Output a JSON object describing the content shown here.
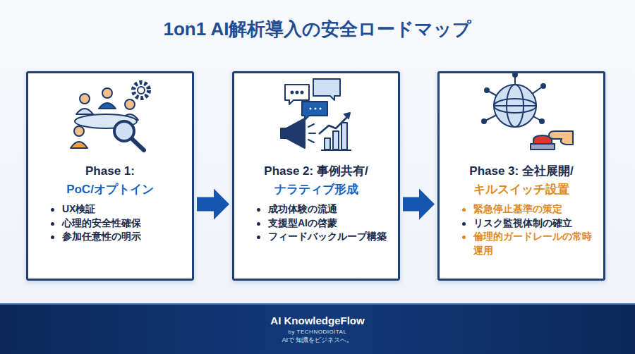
{
  "diagram": {
    "title": "1on1 AI解析導入の安全ロードマップ",
    "nodes": [
      {
        "text": [
          "Phase 1:",
          "PoC/オプトイン",
          "UX検証",
          "心理的安全性確保",
          "参加任意性の明示"
        ]
      },
      {
        "text": [
          "Phase 2: 事例共有/",
          "ナラティブ形成",
          "成功体験の流通",
          "支援型AIの啓蒙",
          "フィードバックループ構築"
        ]
      },
      {
        "text": [
          "Phase 3: 全社展開/",
          "キルスイッチ設置",
          "緊急停止基準の策定",
          "リスク監視体制の確立",
          "倫理的ガードレールの常時運用"
        ]
      },
      {
        "text": [
          "AI KnowledgeFlow",
          "by TECHNODIGITAL",
          "AIで 知識をビジネスへ。"
        ]
      }
    ],
    "edges": [
      {
        "from": 0,
        "to": 1,
        "arrow": "to"
      },
      {
        "from": 1,
        "to": 2,
        "arrow": "to"
      }
    ]
  }
}
